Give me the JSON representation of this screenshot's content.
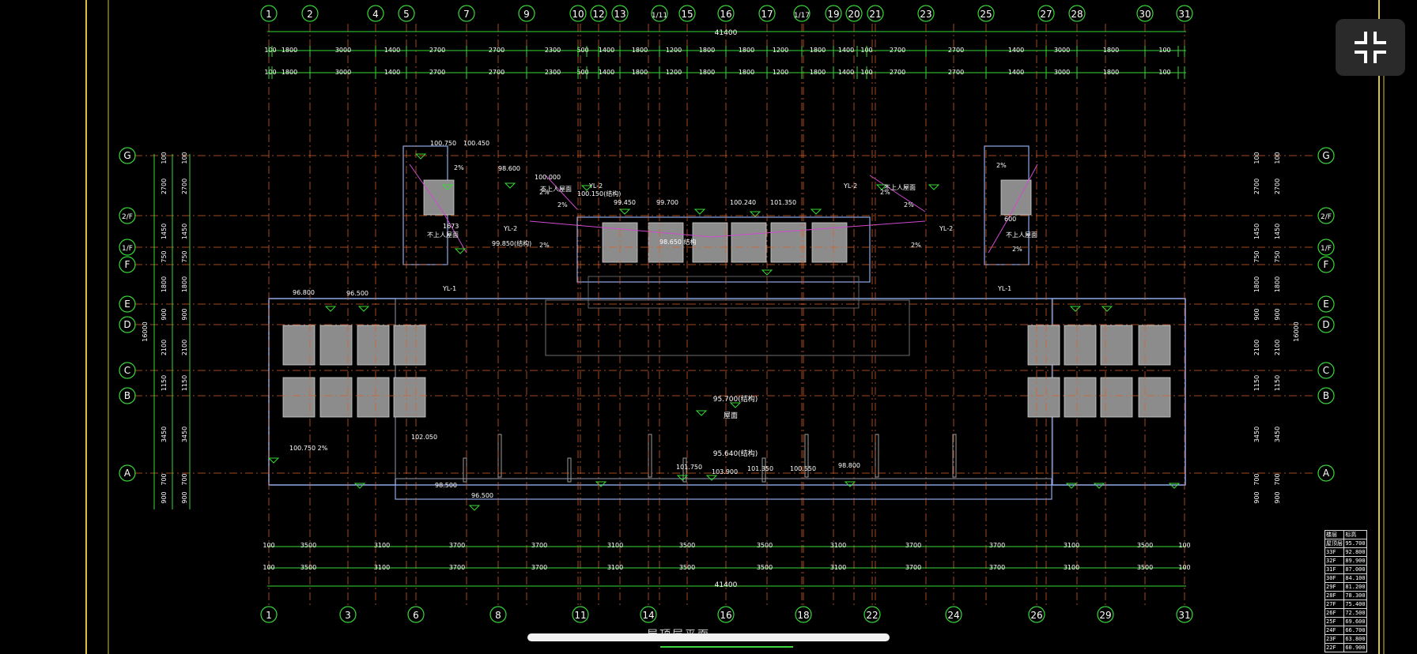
{
  "viewer": {
    "exit_fullscreen_icon": "exit-fullscreen-icon"
  },
  "drawing": {
    "caption": "屋顶层平面",
    "column_axes_top": [
      "1",
      "2",
      "4",
      "5",
      "7",
      "9",
      "10",
      "12",
      "13",
      "1/11",
      "15",
      "16",
      "17",
      "1/17",
      "19",
      "20",
      "21",
      "23",
      "25",
      "27",
      "28",
      "30",
      "31"
    ],
    "column_axes_bottom": [
      "1",
      "3",
      "6",
      "8",
      "11",
      "14",
      "16",
      "18",
      "22",
      "24",
      "26",
      "29",
      "31"
    ],
    "row_axes": [
      "G",
      "2/F",
      "1/F",
      "F",
      "E",
      "D",
      "C",
      "B",
      "A"
    ],
    "total_width": "41400",
    "top_dims": [
      "100",
      "1800",
      "3000",
      "1400",
      "2700",
      "2700",
      "2300",
      "500",
      "1400",
      "1800",
      "1200",
      "1800",
      "1800",
      "1200",
      "1800",
      "1400",
      "100",
      "2700",
      "2700",
      "1400",
      "3000",
      "1800",
      "100"
    ],
    "bottom_dims": [
      "100",
      "3500",
      "3100",
      "3700",
      "3700",
      "3100",
      "3500",
      "3500",
      "3100",
      "3700",
      "3700",
      "3100",
      "3500",
      "100"
    ],
    "left_dims": [
      "100",
      "2700",
      "1450",
      "750",
      "1800",
      "900",
      "2100",
      "1150",
      "3450",
      "700",
      "900"
    ],
    "total_depth": "16000",
    "labels": {
      "no_access_roof": "不上人屋面",
      "roof_surface": "屋面",
      "struct_elev_main": "95.700(结构)",
      "struct_elev_lower": "95.640(结构)",
      "drain_1": "YL-1",
      "drain_2": "YL-2",
      "slope": "2%",
      "elevations": [
        "100.750",
        "100.450",
        "98.600",
        "100.000",
        "100.150(结构)",
        "99.450",
        "99.700",
        "100.240",
        "101.350",
        "98.650 结构",
        "99.850(结构)",
        "96.800",
        "96.500",
        "102.050",
        "101.750",
        "103.900",
        "101.350",
        "100.550",
        "98.800",
        "98.500",
        "96.500",
        "100.750 2%",
        "1673",
        "600"
      ]
    }
  },
  "legend": {
    "headers": [
      "楼层",
      "标高"
    ],
    "rows": [
      [
        "屋顶层",
        "95.700"
      ],
      [
        "33F",
        "92.800"
      ],
      [
        "32F",
        "89.900"
      ],
      [
        "31F",
        "87.000"
      ],
      [
        "30F",
        "84.100"
      ],
      [
        "29F",
        "81.200"
      ],
      [
        "28F",
        "78.300"
      ],
      [
        "27F",
        "75.400"
      ],
      [
        "26F",
        "72.500"
      ],
      [
        "25F",
        "69.600"
      ],
      [
        "24F",
        "66.700"
      ],
      [
        "23F",
        "63.800"
      ],
      [
        "22F",
        "60.900"
      ]
    ]
  }
}
